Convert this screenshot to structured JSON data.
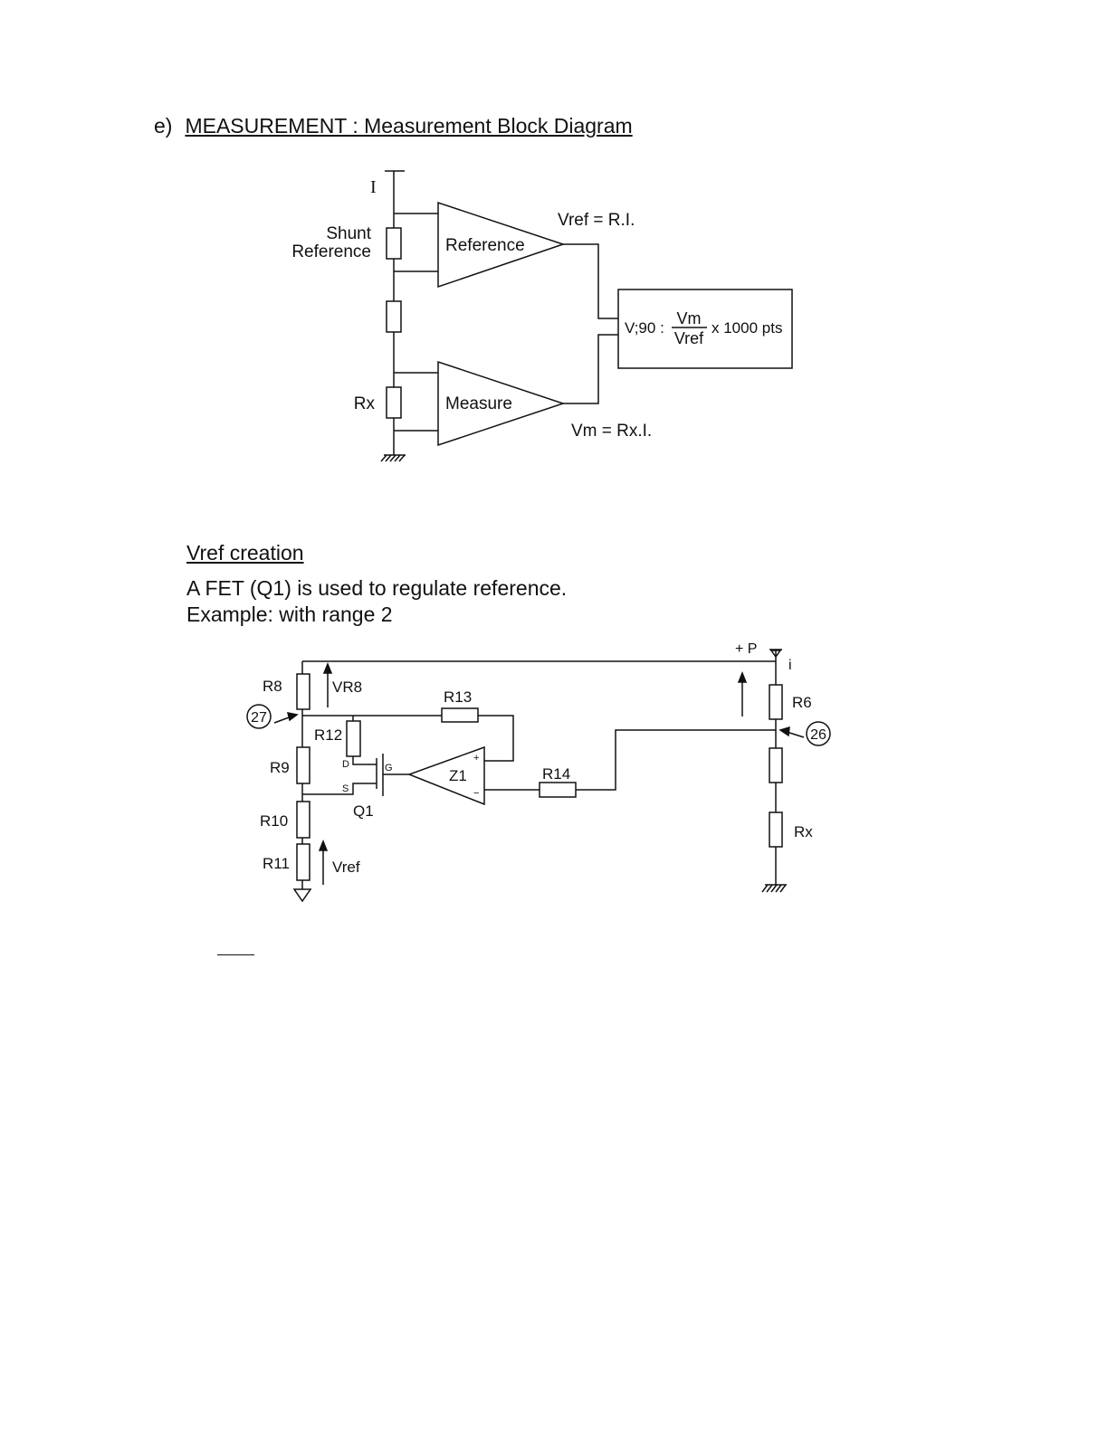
{
  "section": {
    "prefix": "e)",
    "title": "MEASUREMENT : Measurement Block Diagram"
  },
  "block_diagram": {
    "current_label": "I",
    "shunt_label_1": "Shunt",
    "shunt_label_2": "Reference",
    "rx_label": "Rx",
    "amp_reference": "Reference",
    "amp_measure": "Measure",
    "vref_eq": "Vref = R.I.",
    "vm_eq": "Vm = Rx.I.",
    "display_prefix": "V;90 :",
    "display_num": "Vm",
    "display_den": "Vref",
    "display_suffix": "x 1000 pts"
  },
  "vref_creation": {
    "heading": "Vref creation",
    "line1": "A FET (Q1) is used to regulate reference.",
    "line2": "Example: with range 2"
  },
  "schematic": {
    "supply": "+ P",
    "current": "i",
    "r8": "R8",
    "vr8": "VR8",
    "r13": "R13",
    "r12": "R12",
    "r9": "R9",
    "r10": "R10",
    "r11": "R11",
    "vref": "Vref",
    "r14": "R14",
    "z1": "Z1",
    "q1": "Q1",
    "pin_d": "D",
    "pin_g": "G",
    "pin_s": "S",
    "plus": "+",
    "minus": "−",
    "r6": "R6",
    "rx": "Rx",
    "node27": "27",
    "node26": "26"
  }
}
